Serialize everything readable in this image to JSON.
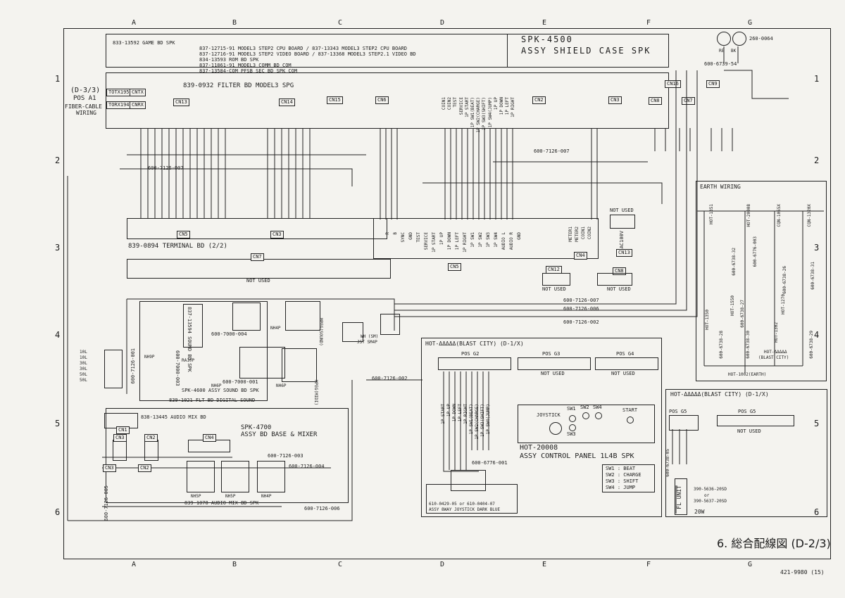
{
  "grid": {
    "cols": [
      "A",
      "B",
      "C",
      "D",
      "E",
      "F",
      "G"
    ],
    "rows": [
      "1",
      "2",
      "3",
      "4",
      "5",
      "6"
    ]
  },
  "header": {
    "assy_title_1": "SPK-4500",
    "assy_title_2": "ASSY SHIELD CASE SPK",
    "parts_list": [
      "833-13592 GAME BD SPK",
      "837-12715-91  MODEL3 STEP2 CPU BOARD   / 837-13343  MODEL3 STEP2 CPU BOARD",
      "837-12716-91  MODEL3 STEP2 VIDEO BOARD / 837-13368  MODEL3 STEP2.1 VIDEO BD",
      "834-13593     ROM BD SPK",
      "837-11861-91  MODEL3 COMM BD COM",
      "837-13584-COM PFSB SEC BD SPK COM"
    ],
    "speaker_part": "260-0064"
  },
  "filter_bd": {
    "ref": "(D-3/3)",
    "pos": "POS A1",
    "fiber_1": "FIBER-CABLE",
    "fiber_2": "WIRING",
    "totx195": "TOTX195",
    "cntx": "CNTX",
    "torx194": "TORX194",
    "cnrx": "CNRX",
    "title": "839-0932  FILTER BD MODEL3 SPG",
    "connectors": [
      "CN13",
      "CN14",
      "CN15",
      "CN6",
      "CN2",
      "CN3",
      "CN8",
      "CN7",
      "CN9",
      "CN16"
    ]
  },
  "terminal_bd": {
    "title": "839-0894  TERMINAL BD (2/2)",
    "connectors": [
      "CN5",
      "CN3",
      "CN7",
      "CN5",
      "CN4",
      "CN12",
      "CN8",
      "CN13"
    ],
    "not_used": "NOT USED",
    "ac100v": "AC100V"
  },
  "cables": {
    "c007": "600-7126-007",
    "c006": "600-7126-006",
    "c002": "600-7126-002",
    "c001": "600-7126-001",
    "c003": "600-7126-003",
    "c004": "600-7126-004",
    "c005": "600-7126-005",
    "c6739_54": "600-6739-54"
  },
  "sound": {
    "sound_bd": "837-13594 SOUND BD SPK",
    "cable_004": "600-7000-004",
    "cable_003": "600-7000-003",
    "cable_001": "600-7000-001",
    "assy": "SPK-4600 ASSY SOUND BD SPK",
    "flt": "839-1021 FLT BD DIGITAL SOUND",
    "nh9p": "NH9P",
    "nh4p": "NH4P",
    "ra10p": "RA10P",
    "nh6p": "NH6P",
    "mpeg_sound": "MPEG(SOUND)",
    "mpeg_midi": "MPEG(MIDI)",
    "jst": "JST SM4P",
    "wh": "WH (SM)"
  },
  "audio_mix": {
    "bd": "838-13445 AUDIO MIX BD",
    "assy_1": "SPK-4700",
    "assy_2": "ASSY BD BASE & MIXER",
    "spk": "839-1078 AUDIO MIX BD SPK",
    "connectors": [
      "CN1",
      "CN3",
      "CN2",
      "CN4",
      "CN3",
      "CN2"
    ]
  },
  "earth": {
    "title": "EARTH WIRING",
    "hot_1351": "HOT-1351",
    "hot_20008": "HOT-20008",
    "cqn_1055x": "CQN-1055X",
    "cqn_1320x": "CQN-1320X",
    "hot_1350": "HOT-1350",
    "hot_1550": "HOT-1550",
    "hot_1270": "HOT-1270",
    "hot_1302": "HOT-1302",
    "hot_blast": "HOT-ΔΔΔΔΔ",
    "blast_city": "(BLAST CITY)",
    "hot_1002": "HOT-1002(EARTH)",
    "cables": [
      "600-6738-32",
      "600-6776-003",
      "600-6738-26",
      "600-6738-31",
      "600-6738-27",
      "600-6738-28",
      "600-6738-29",
      "600-6738-30"
    ]
  },
  "control_panel": {
    "header": "HOT-ΔΔΔΔΔ(BLAST CITY)  (D-1/X)",
    "pos_g2": "POS G2",
    "pos_g3": "POS G3",
    "pos_g4": "POS G4",
    "not_used": "NOT USED",
    "joystick": "JOYSTICK",
    "start": "START",
    "sw1": "SW1",
    "sw2": "SW2",
    "sw3": "SW3",
    "sw4": "SW4",
    "title_1": "HOT-20008",
    "title_2": "ASSY CONTROL PANEL 1L4B SPK",
    "cable": "600-6776-001",
    "legend": [
      "SW1 : BEAT",
      "SW2 : CHARGE",
      "SW3 : SHIFT",
      "SW4 : JUMP"
    ],
    "joystick_assy_1": "610-0429-05 or 610-0404-07",
    "joystick_assy_2": "ASSY 8WAY JOYSTICK DARK BLUE",
    "g2_pins": [
      "1P START",
      "1P UP",
      "1P DOWN",
      "1P LEFT",
      "1P RIGHT",
      "1P SW1(BEAT)",
      "1P SW2(CHARGE)",
      "1P SW3(SHIFT)",
      "1P SW4(JUMP)"
    ]
  },
  "fl_panel": {
    "header": "HOT-ΔΔΔΔΔ(BLAST CITY)  (D-1/X)",
    "pos_g5a": "POS G5",
    "pos_g5b": "POS G5",
    "not_used": "NOT USED",
    "cable": "600-6738-05",
    "fl_unit": "FL UNIT",
    "part_1": "390-5636-20SD",
    "or": "or",
    "part_2": "390-5637-20SD",
    "watt": "20W"
  },
  "footer": {
    "title": "6. 総合配線図 (D-2/3)",
    "doc_no": "421-9980 (15)"
  },
  "cn2_signals": [
    "COIN1",
    "COIN2",
    "TEST",
    "SERVICE",
    "1P START",
    "1P SW1(BEAT)",
    "1P SW2(CHARGE)",
    "1P SW3(SHIFT)",
    "1P SW4(JUMP)",
    "1P UP",
    "1P DOWN",
    "1P LEFT",
    "1P RIGHT"
  ],
  "cn5_signals": [
    "R",
    "B",
    "SYNC",
    "GND",
    "TEST",
    "SERVICE",
    "1P START",
    "1P UP",
    "1P DOWN",
    "1P LEFT",
    "1P RIGHT",
    "1P SW1",
    "1P SW2",
    "1P SW3",
    "1P SW4",
    "AUDIO L",
    "AUDIO R",
    "GND"
  ],
  "cn4_signals": [
    "METER1",
    "METER2",
    "COIN1",
    "COIN2"
  ]
}
